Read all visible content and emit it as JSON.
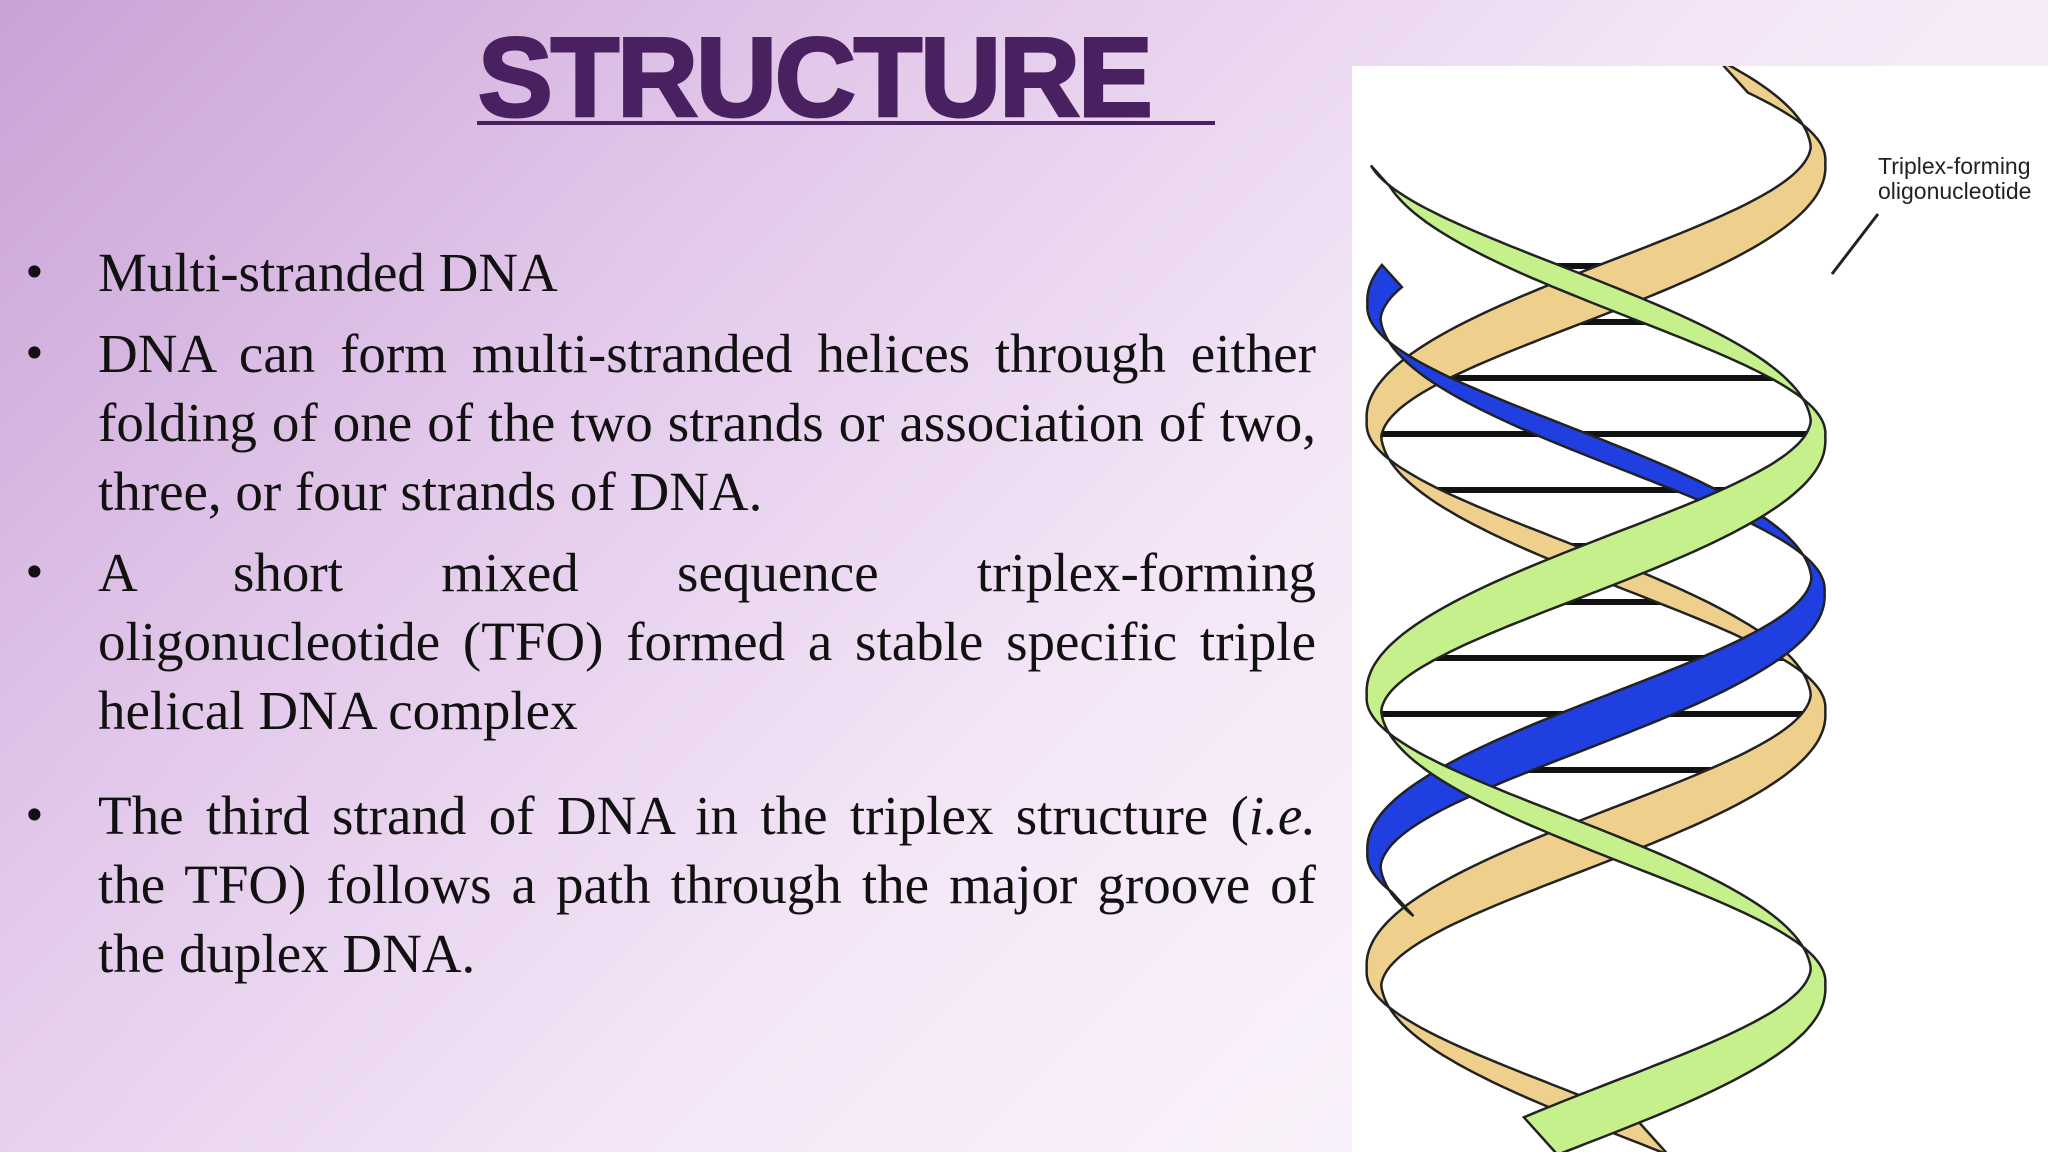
{
  "slide": {
    "title": "STRUCTURE",
    "bullets": [
      {
        "text": "Multi-stranded DNA"
      },
      {
        "text": "DNA can form multi-stranded helices through either folding of one of the two strands or association of two, three, or four strands of DNA."
      },
      {
        "text": "A short mixed sequence triplex-forming oligonucleotide (TFO) formed a stable specific triple helical DNA complex"
      },
      {
        "pre": "The third strand of DNA in the triplex structure (",
        "italic": "i.e.",
        "post": " the TFO) follows a path through the major groove of the duplex DNA."
      }
    ]
  },
  "figure": {
    "callout_line1": "Triplex-forming",
    "callout_line2": "oligonucleotide",
    "colors": {
      "strand_tan": "#efcf8c",
      "strand_green": "#c6f08c",
      "strand_blue": "#1f3fe0",
      "outline": "#222222"
    }
  }
}
